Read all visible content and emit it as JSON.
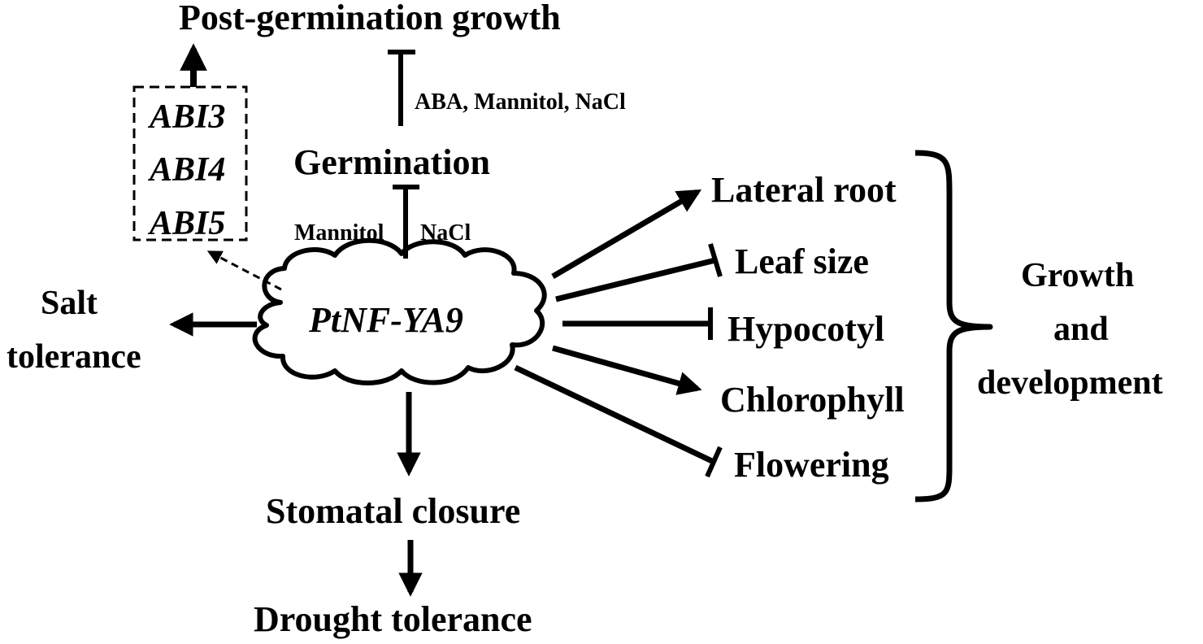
{
  "labels": {
    "post_germination": "Post-germination growth",
    "aba_mannitol_nacl": "ABA, Mannitol, NaCl",
    "germination": "Germination",
    "mannitol": "Mannitol",
    "nacl": "NaCl",
    "abi3": "ABI3",
    "abi4": "ABI4",
    "abi5": "ABI5",
    "gene": "PtNF-YA9",
    "salt_tolerance_1": "Salt",
    "salt_tolerance_2": "tolerance",
    "lateral_root": "Lateral root",
    "leaf_size": "Leaf size",
    "hypocotyl": "Hypocotyl",
    "chlorophyll": "Chlorophyll",
    "flowering": "Flowering",
    "growth_1": "Growth",
    "growth_2": "and",
    "growth_3": "development",
    "stomatal_closure": "Stomatal closure",
    "drought_tolerance": "Drought tolerance"
  },
  "relations": [
    {
      "from": "PtNF-YA9",
      "to": "Germination",
      "type": "inhibits"
    },
    {
      "from": "Germination",
      "to": "Post-germination growth",
      "type": "inhibits"
    },
    {
      "from": "ABI3/ABI4/ABI5",
      "to": "Post-germination growth",
      "type": "promotes"
    },
    {
      "from": "PtNF-YA9",
      "to": "ABI3/ABI4/ABI5",
      "type": "promotes-indirect"
    },
    {
      "from": "PtNF-YA9",
      "to": "Salt tolerance",
      "type": "promotes"
    },
    {
      "from": "PtNF-YA9",
      "to": "Lateral root",
      "type": "promotes"
    },
    {
      "from": "PtNF-YA9",
      "to": "Leaf size",
      "type": "inhibits"
    },
    {
      "from": "PtNF-YA9",
      "to": "Hypocotyl",
      "type": "inhibits"
    },
    {
      "from": "PtNF-YA9",
      "to": "Chlorophyll",
      "type": "promotes"
    },
    {
      "from": "PtNF-YA9",
      "to": "Flowering",
      "type": "inhibits"
    },
    {
      "from": "PtNF-YA9",
      "to": "Stomatal closure",
      "type": "promotes"
    },
    {
      "from": "Stomatal closure",
      "to": "Drought tolerance",
      "type": "promotes"
    }
  ],
  "colors": {
    "ink": "#000000",
    "background": "#ffffff"
  }
}
